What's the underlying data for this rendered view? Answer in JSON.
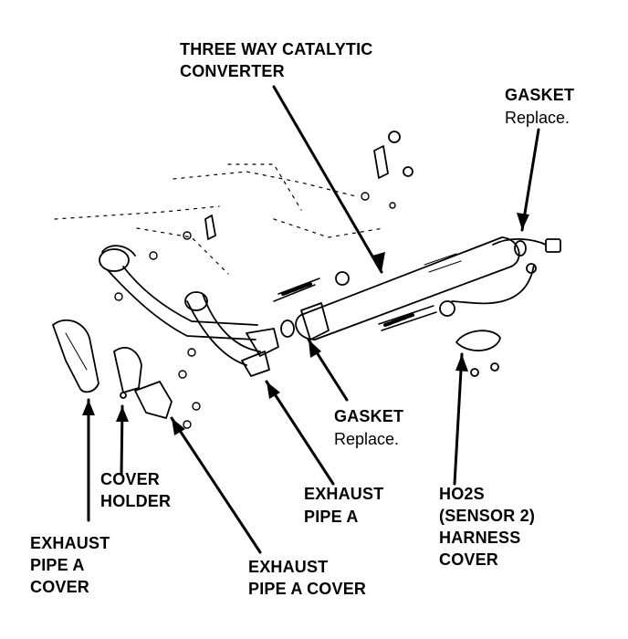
{
  "labels": {
    "three_way_line1": "THREE WAY CATALYTIC",
    "three_way_line2": "CONVERTER",
    "gasket_top": "GASKET",
    "gasket_top_note": "Replace.",
    "gasket_mid": "GASKET",
    "gasket_mid_note": "Replace.",
    "cover_holder_line1": "COVER",
    "cover_holder_line2": "HOLDER",
    "exhaust_pipe_a_line1": "EXHAUST",
    "exhaust_pipe_a_line2": "PIPE A",
    "ho2s_line1": "HO2S",
    "ho2s_line2": "(SENSOR 2)",
    "ho2s_line3": "HARNESS",
    "ho2s_line4": "COVER",
    "pipe_cover_left_line1": "EXHAUST",
    "pipe_cover_left_line2": "PIPE A",
    "pipe_cover_left_line3": "COVER",
    "pipe_cover_right_line1": "EXHAUST",
    "pipe_cover_right_line2": "PIPE A COVER"
  }
}
